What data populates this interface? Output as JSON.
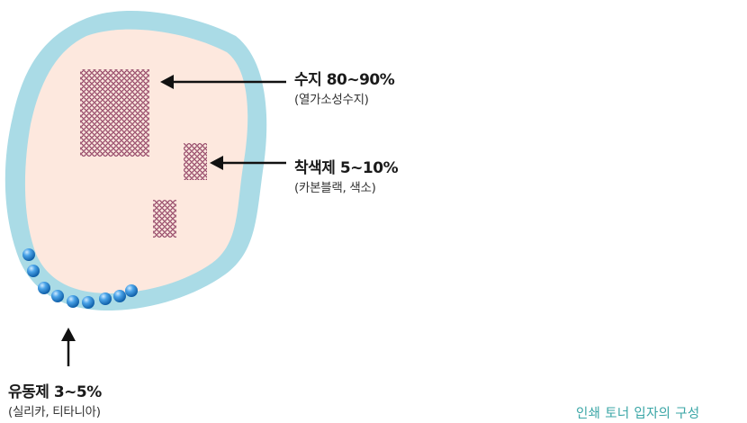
{
  "labels": {
    "resin": {
      "title": "수지 80∼90%",
      "detail": "(열가소성수지)"
    },
    "colorant": {
      "title": "착색제 5∼10%",
      "detail": "(카본블랙, 색소)"
    },
    "flow_agent": {
      "title": "유동제 3∼5%",
      "detail": "(실리카, 티타니아)"
    }
  },
  "caption": "인쇄 토너 입자의 구성",
  "colors": {
    "shell": "#aadbe6",
    "core": "#fde8de",
    "dots": "#7a1f4a",
    "beads": "#2f8fd8",
    "arrow": "#111111",
    "caption": "#3aa6a6"
  },
  "flow_bead_count": 9
}
